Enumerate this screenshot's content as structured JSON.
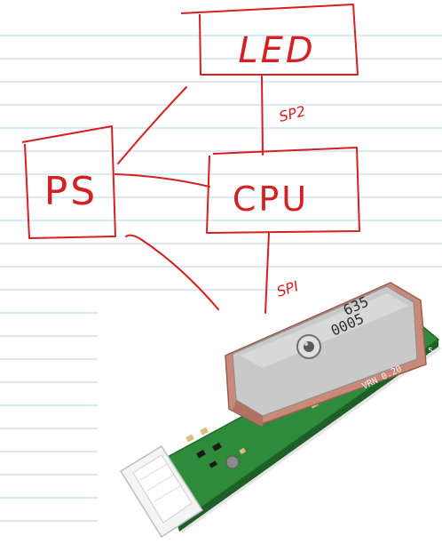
{
  "diagram": {
    "blocks": {
      "led": "LED",
      "cpu": "CPU",
      "ps": "PS"
    },
    "links": {
      "led_cpu": "SP2",
      "cpu_module": "SPI"
    },
    "ink_color": "#d42020",
    "paper_line_color": "#b9d3ec"
  },
  "module_photo": {
    "antenna_code_line1": "635",
    "antenna_code_line2": "0005",
    "board_version": "VRN 0.20",
    "corner_mark": "5",
    "board_color": "#2e8b3a",
    "shield_color": "#c9c9c9",
    "antenna_rim_color": "#c98a7a"
  }
}
